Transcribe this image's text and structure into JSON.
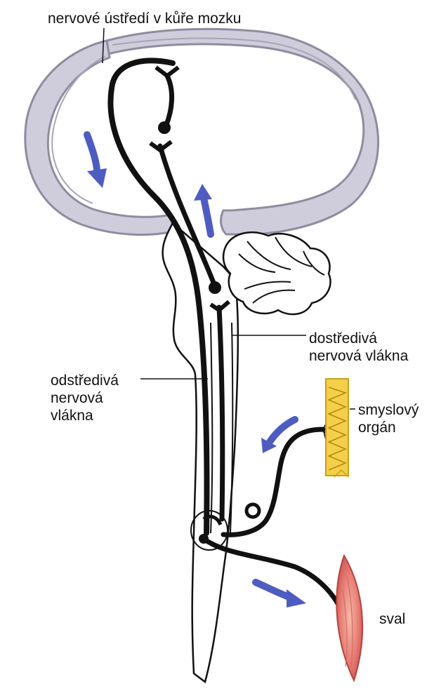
{
  "labels": {
    "cortex": "nervové ústředí v kůře mozku",
    "afferent_line1": "dostředivá",
    "afferent_line2": "nervová vlákna",
    "efferent_line1": "odstředivá",
    "efferent_line2": "nervová",
    "efferent_line3": "vlákna",
    "sense_line1": "smyslový",
    "sense_line2": "orgán",
    "muscle": "sval"
  },
  "colors": {
    "cortex_fill": "#cfcddc",
    "cortex_edge": "#8e8c9e",
    "nerve": "#111111",
    "arrow": "#4f5cbf",
    "sense_organ": "#f3cf4c",
    "muscle": "#e67c74"
  }
}
